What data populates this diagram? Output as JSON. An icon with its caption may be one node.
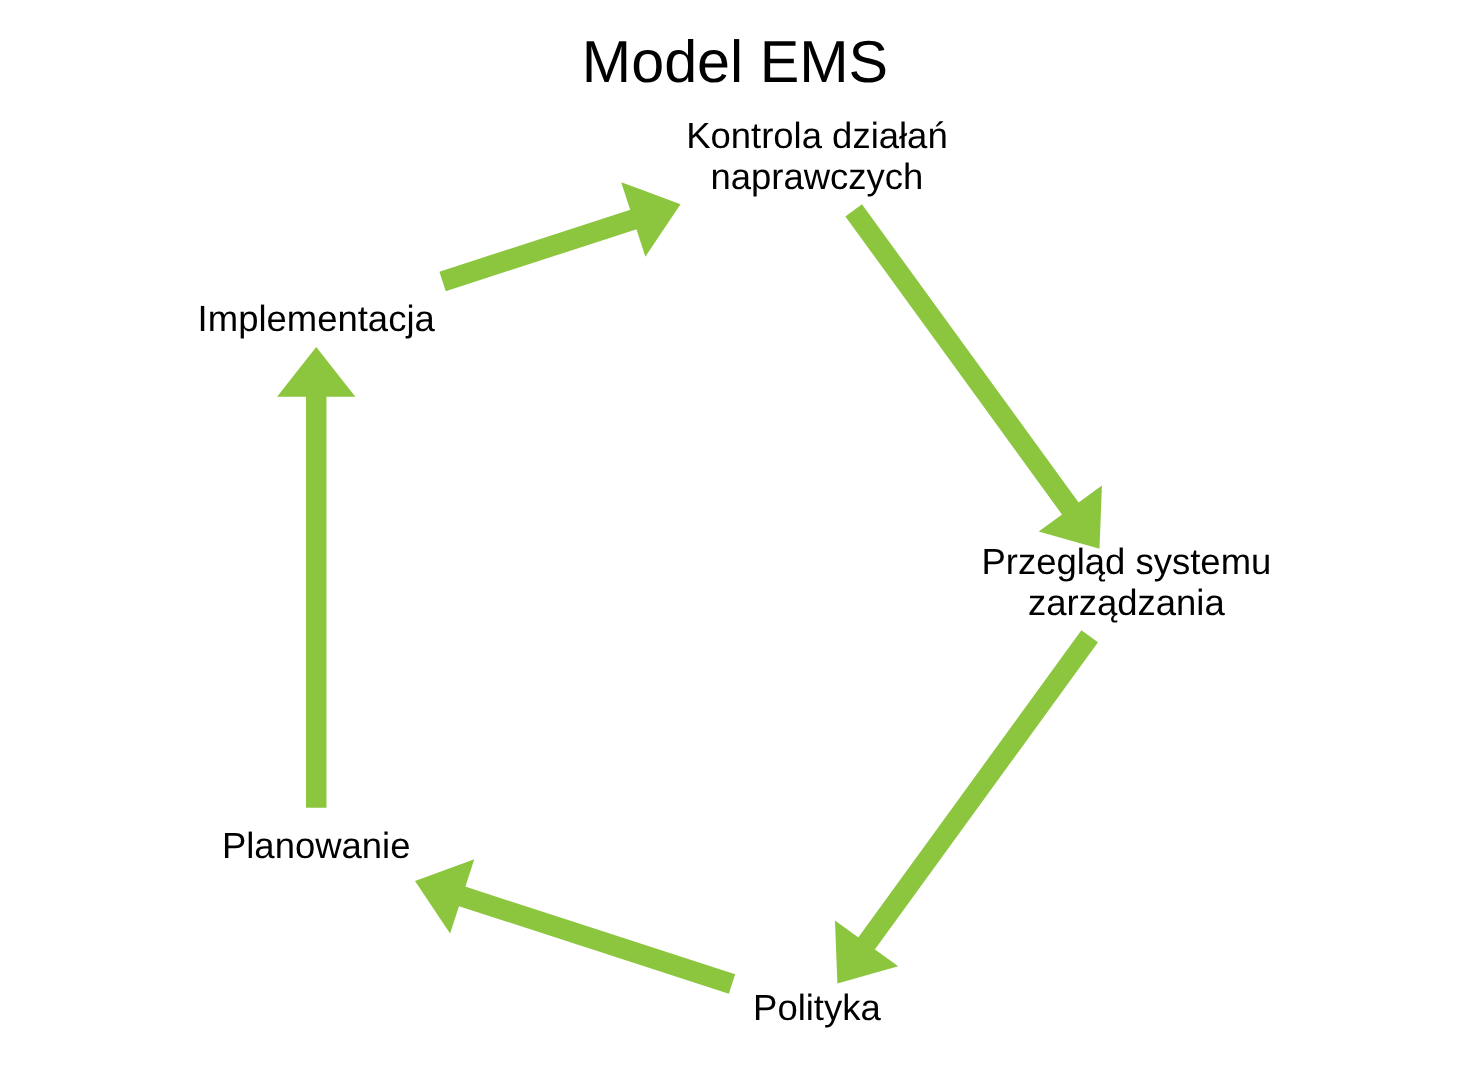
{
  "diagram": {
    "title": "Model EMS",
    "nodes": [
      {
        "text": [
          "Polityka"
        ]
      },
      {
        "text": [
          "Planowanie"
        ]
      },
      {
        "text": [
          "Implementacja"
        ]
      },
      {
        "text": [
          "Kontrola działań naprawczych"
        ]
      },
      {
        "text": [
          "Przegląd systemu zarządzania"
        ]
      }
    ],
    "edges": [
      {
        "from": 0,
        "to": 1,
        "arrow": "to"
      },
      {
        "from": 1,
        "to": 2,
        "arrow": "to"
      },
      {
        "from": 2,
        "to": 3,
        "arrow": "to"
      },
      {
        "from": 3,
        "to": 4,
        "arrow": "to"
      },
      {
        "from": 4,
        "to": 0,
        "arrow": "to"
      }
    ]
  }
}
